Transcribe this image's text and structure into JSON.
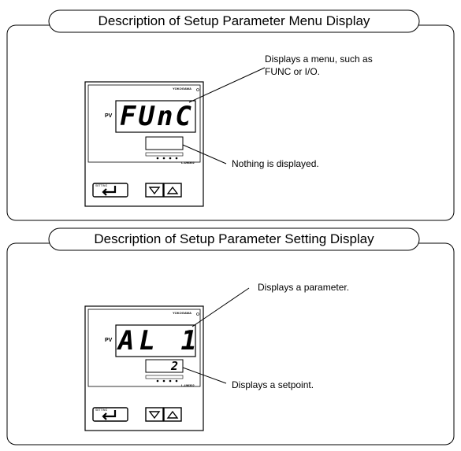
{
  "panels": [
    {
      "title": "Description of Setup Parameter Menu Display",
      "upper_display": "FUnC",
      "lower_display": "",
      "pv_label": "PV",
      "brand": "YOKOGAWA",
      "model": "L-UM302",
      "setting_label": "SETTING",
      "callout_upper": [
        "Displays a menu, such as",
        "FUNC or I/O."
      ],
      "callout_lower": "Nothing is displayed."
    },
    {
      "title": "Description of Setup Parameter Setting Display",
      "upper_display": "AL 1",
      "lower_display": "2",
      "pv_label": "PV",
      "brand": "YOKOGAWA",
      "model": "L-UM302",
      "setting_label": "SETTING",
      "callout_upper": [
        "Displays a parameter."
      ],
      "callout_lower": "Displays a setpoint."
    }
  ],
  "icons": {
    "enter": "enter-arrow-icon",
    "down": "triangle-down-icon",
    "up": "triangle-up-icon"
  }
}
